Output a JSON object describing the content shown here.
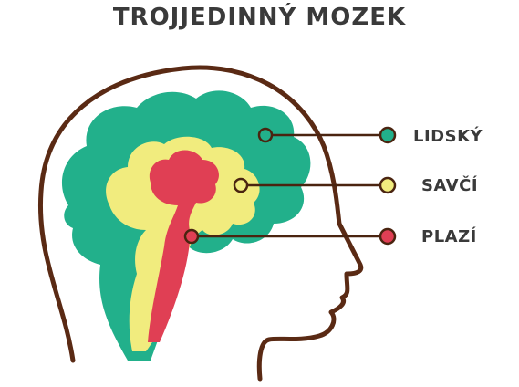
{
  "title": "TROJJEDINNÝ MOZEK",
  "layers": [
    {
      "id": "human",
      "label": "LIDSKÝ",
      "color": "#22b08b"
    },
    {
      "id": "mammal",
      "label": "SAVČÍ",
      "color": "#f1ec7e"
    },
    {
      "id": "reptile",
      "label": "PLAZÍ",
      "color": "#e03f54"
    }
  ],
  "colors": {
    "outline": "#5a2a14",
    "connector": "#4a2410",
    "text": "#3a3a3a"
  }
}
